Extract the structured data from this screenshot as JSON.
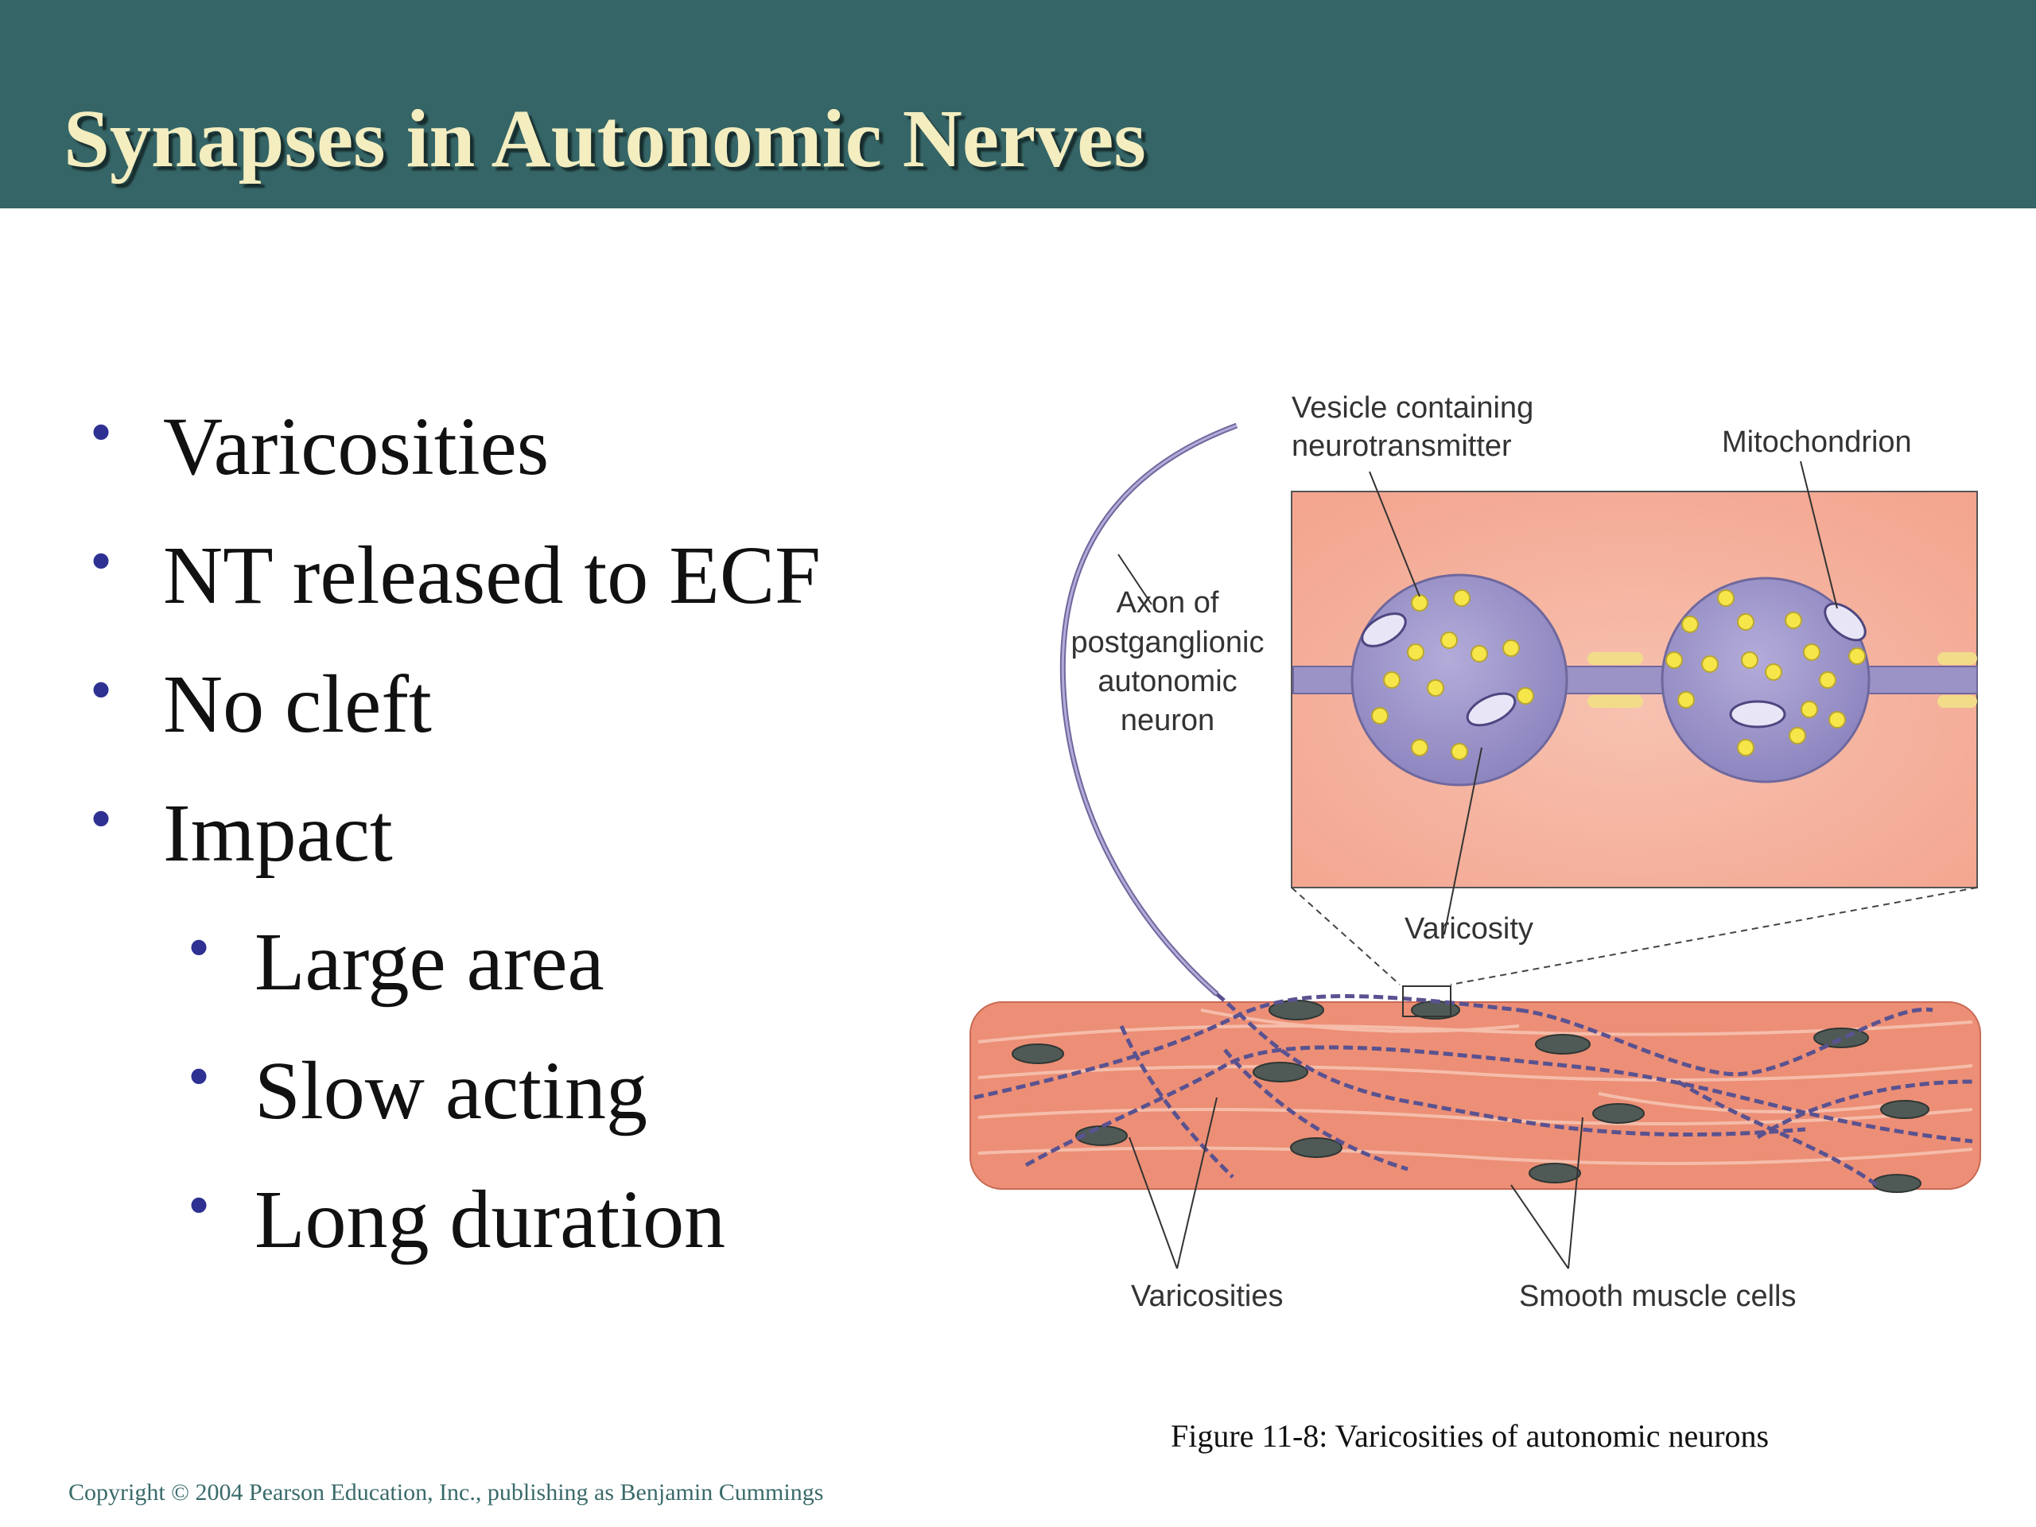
{
  "slide": {
    "title": "Synapses in Autonomic Nerves",
    "bullets": [
      {
        "text": "Varicosities",
        "level": 1
      },
      {
        "text": "NT released to ECF",
        "level": 1
      },
      {
        "text": "No cleft",
        "level": 1
      },
      {
        "text": "Impact",
        "level": 1
      },
      {
        "text": "Large area",
        "level": 2
      },
      {
        "text": "Slow acting",
        "level": 2
      },
      {
        "text": "Long duration",
        "level": 2
      }
    ],
    "bullet_glyph": "•",
    "figure": {
      "labels": {
        "vesicle_line1": "Vesicle containing",
        "vesicle_line2": "neurotransmitter",
        "mitochondrion": "Mitochondrion",
        "axon_line1": "Axon of",
        "axon_line2": "postganglionic",
        "axon_line3": "autonomic",
        "axon_line4": "neuron",
        "varicosity": "Varicosity",
        "varicosities": "Varicosities",
        "smooth_muscle": "Smooth muscle cells"
      },
      "caption": "Figure 11-8: Varicosities of autonomic neurons"
    },
    "copyright": "Copyright © 2004 Pearson Education, Inc., publishing as Benjamin Cummings"
  },
  "colors": {
    "header": "#356566",
    "title": "#f3edc0",
    "bullet_dot": "#2e3192",
    "muscle": "#e9856f",
    "varicosity": "#9b93c6",
    "vesicle": "#f6e64a"
  }
}
